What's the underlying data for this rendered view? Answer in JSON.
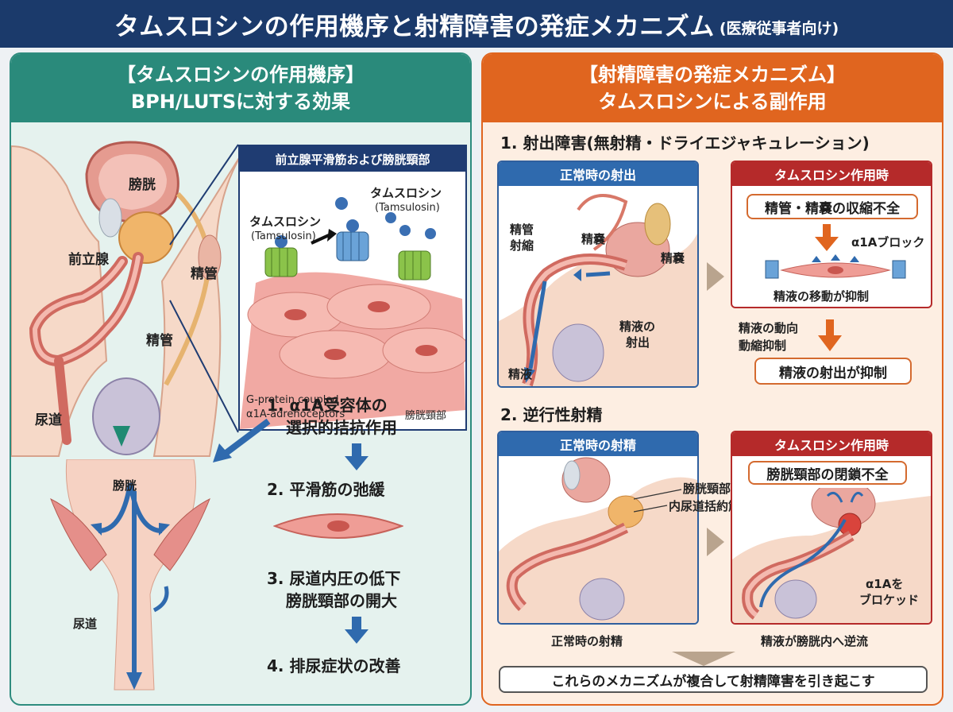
{
  "header": {
    "title": "タムスロシンの作用機序と射精障害の発症メカニズム",
    "subtitle": "(医療従事者向け)"
  },
  "left": {
    "heading_line1": "【タムスロシンの作用機序】",
    "heading_line2": "BPH/LUTSに対する効果",
    "anatomy_labels": {
      "bladder": "膀胱",
      "prostate": "前立腺",
      "vas_deferens_upper": "精管",
      "vas_deferens_lower": "精管",
      "urethra": "尿道"
    },
    "inset": {
      "title": "前立腺平滑筋および膀胱頸部",
      "drug1_name": "タムスロシン",
      "drug1_en": "(Tamsulosin)",
      "drug2_name": "タムスロシン",
      "drug2_en": "(Tamsulosin)",
      "receptor_line1": "G-protein coupled",
      "receptor_line2": "α1A-adrenoceptors",
      "bladder_neck": "膀胱頸部"
    },
    "lower_labels": {
      "bladder": "膀胱",
      "urethra": "尿道"
    },
    "steps": {
      "step1_line1": "1. α1A受容体の",
      "step1_line2": "選択的拮抗作用",
      "step2": "2. 平滑筋の弛緩",
      "step3_line1": "3. 尿道内圧の低下",
      "step3_line2": "膀胱頸部の開大",
      "step4": "4. 排尿症状の改善"
    }
  },
  "right": {
    "heading_line1": "【射精障害の発症メカニズム】",
    "heading_line2": "タムスロシンによる副作用",
    "section1": {
      "title": "1. 射出障害(無射精・ドライエジャキュレーション)",
      "normal_head": "正常時の射出",
      "labels": {
        "vas_line1": "精管",
        "vas_line2": "射縮",
        "seminal_vesicle_center": "精嚢",
        "seminal_vesicle_right": "精嚢",
        "ejaculation_line1": "精液の",
        "ejaculation_line2": "射出",
        "semen": "精液"
      },
      "drug_head": "タムスロシン作用時",
      "insufficient": "精管・精嚢の収縮不全",
      "block": "α1Aブロック",
      "movement": "精液の移動が抑制",
      "dynamics_line1": "精液の動向",
      "dynamics_line2": "動縮抑制",
      "result": "精液の射出が抑制"
    },
    "section2": {
      "title": "2. 逆行性射精",
      "normal_head": "正常時の射精",
      "labels": {
        "bladder_neck": "膀胱頸部",
        "sphincter": "内尿道括約筋",
        "a1a_line1": "α1Aを",
        "a1a_line2": "ブロケッド"
      },
      "drug_head": "タムスロシン作用時",
      "closure": "膀胱頸部の閉鎖不全",
      "caption_normal": "正常時の射精",
      "caption_drug": "精液が膀胱内へ逆流"
    },
    "conclusion": "これらのメカニズムが複合して射精障害を引き起こす"
  },
  "colors": {
    "title_bg": "#1b3a6b",
    "left_accent": "#2a8a7b",
    "right_accent": "#e0651f",
    "arrow_blue": "#2f6aae",
    "arrow_orange": "#e0651f",
    "drug_red": "#b52a2a"
  }
}
